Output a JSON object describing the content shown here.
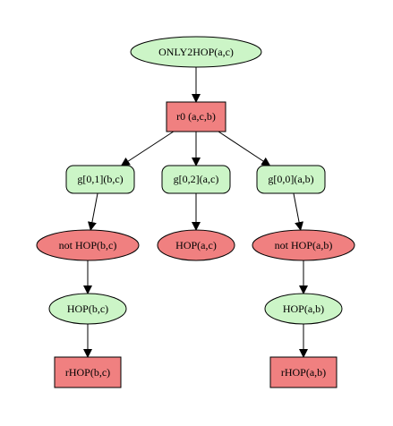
{
  "colors": {
    "green_fill": "#ccf5c7",
    "green_stroke": "#000000",
    "red_fill": "#f08080",
    "red_stroke": "#000000",
    "edge": "#000000"
  },
  "nodes": {
    "root": {
      "label": "ONLY2HOP(a,c)",
      "shape": "ellipse",
      "color": "green"
    },
    "rule": {
      "label": "r0 (a,c,b)",
      "shape": "box",
      "color": "red"
    },
    "g01": {
      "label": "g[0,1](b,c)",
      "shape": "rounded-box",
      "color": "green"
    },
    "g02": {
      "label": "g[0,2](a,c)",
      "shape": "rounded-box",
      "color": "green"
    },
    "g00": {
      "label": "g[0,0](a,b)",
      "shape": "rounded-box",
      "color": "green"
    },
    "not_hop_bc": {
      "label": "not HOP(b,c)",
      "shape": "ellipse",
      "color": "red"
    },
    "hop_ac": {
      "label": "HOP(a,c)",
      "shape": "ellipse",
      "color": "red"
    },
    "not_hop_ab": {
      "label": "not HOP(a,b)",
      "shape": "ellipse",
      "color": "red"
    },
    "hop_bc": {
      "label": "HOP(b,c)",
      "shape": "ellipse",
      "color": "green"
    },
    "hop_ab": {
      "label": "HOP(a,b)",
      "shape": "ellipse",
      "color": "green"
    },
    "rhop_bc": {
      "label": "rHOP(b,c)",
      "shape": "box",
      "color": "red"
    },
    "rhop_ab": {
      "label": "rHOP(a,b)",
      "shape": "box",
      "color": "red"
    }
  },
  "edges": [
    {
      "from": "root",
      "to": "rule"
    },
    {
      "from": "rule",
      "to": "g01"
    },
    {
      "from": "rule",
      "to": "g02"
    },
    {
      "from": "rule",
      "to": "g00"
    },
    {
      "from": "g01",
      "to": "not_hop_bc"
    },
    {
      "from": "g02",
      "to": "hop_ac"
    },
    {
      "from": "g00",
      "to": "not_hop_ab"
    },
    {
      "from": "not_hop_bc",
      "to": "hop_bc"
    },
    {
      "from": "not_hop_ab",
      "to": "hop_ab"
    },
    {
      "from": "hop_bc",
      "to": "rhop_bc"
    },
    {
      "from": "hop_ab",
      "to": "rhop_ab"
    }
  ]
}
